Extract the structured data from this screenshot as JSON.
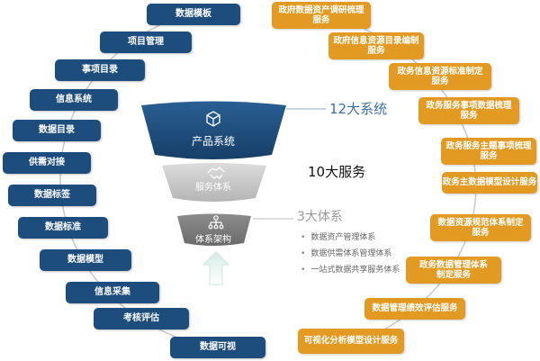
{
  "levels": {
    "level1": "12大系统",
    "level2": "10大服务",
    "level3": "3大体系"
  },
  "funnel": {
    "tier1_label": "产品系统",
    "tier2_label": "服务体系",
    "tier3_label": "体系架构",
    "tier1_icon": "cube-icon",
    "tier2_icon": "handshake-icon",
    "tier3_icon": "hierarchy-icon"
  },
  "system_list": [
    "数据资产管理体系",
    "数据供需体系管理体系",
    "一站式数据共享服务体系"
  ],
  "left_systems": [
    "数据模板",
    "项目管理",
    "事项目录",
    "信息系统",
    "数据目录",
    "供需对接",
    "数据标签",
    "数据标准",
    "数据模型",
    "信息采集",
    "考核评估",
    "数据可视"
  ],
  "right_services": [
    "政府数据资产调研梳理\n服务",
    "政府信息资源目录编制\n服务",
    "政务信息资源标准制定\n服务",
    "政务服务事项数据梳理\n服务",
    "政务服务主题事项梳理\n服务",
    "政务主数据模型设计服务",
    "数据资源规范体系制定\n服务",
    "政务数据管理体系\n制定服务",
    "数据管理绩效评估服务",
    "可视化分析模型设计服务"
  ],
  "colors": {
    "blue": "#1d4d7c",
    "orange": "#e39a22",
    "funnel_top": "#1e4e7d",
    "funnel_mid": "#c8c8c8",
    "funnel_bottom": "#7d7d7d",
    "arc_line": "#c8c8c8"
  }
}
